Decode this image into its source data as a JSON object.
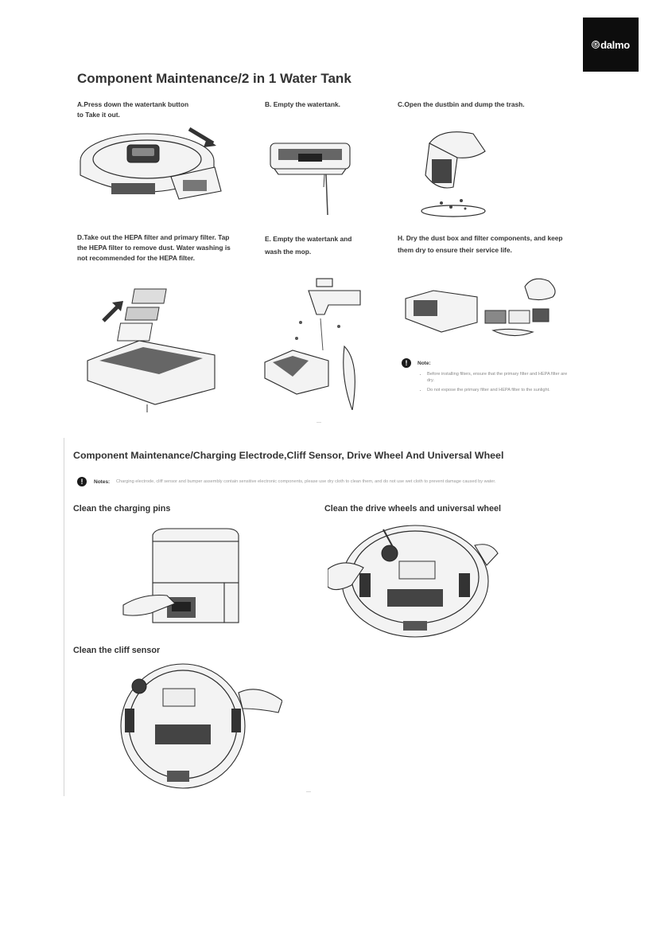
{
  "brand": {
    "logo_text": "dalmo",
    "logo_mark": "®"
  },
  "section1": {
    "title": "Component Maintenance/2 in 1 Water Tank",
    "steps": {
      "a": "A.Press down the watertank button to Take it out.",
      "b": "B. Empty the watertank.",
      "c": "C.Open the dustbin and dump the trash.",
      "d": "D.Take out the HEPA filter and primary filter. Tap the HEPA filter to remove dust. Water washing is not recommended for the HEPA filter.",
      "e": "E. Empty the watertank and wash the mop.",
      "h": "H. Dry the dust box and filter components, and keep them dry to ensure their service life."
    },
    "note": {
      "label": "Note:",
      "bullets": [
        "Before installing filters, ensure that the primary filter and HEPA filter are dry.",
        "Do not expose the primary filter and HEPA filter to the sunlight."
      ]
    }
  },
  "section2": {
    "title": "Component Maintenance/Charging Electrode,Cliff Sensor, Drive Wheel And Universal Wheel",
    "note": {
      "label": "Notes:",
      "text": "Charging electrode, cliff sensor and bumper assembly contain sensitive electronic components, please use dry cloth to clean them, and do not use wet cloth to prevent damage caused by water."
    },
    "sub_charging": "Clean the charging pins",
    "sub_drive": "Clean the drive wheels and universal wheel",
    "sub_cliff": "Clean the cliff sensor"
  },
  "icons": {
    "note": "exclamation-icon"
  }
}
